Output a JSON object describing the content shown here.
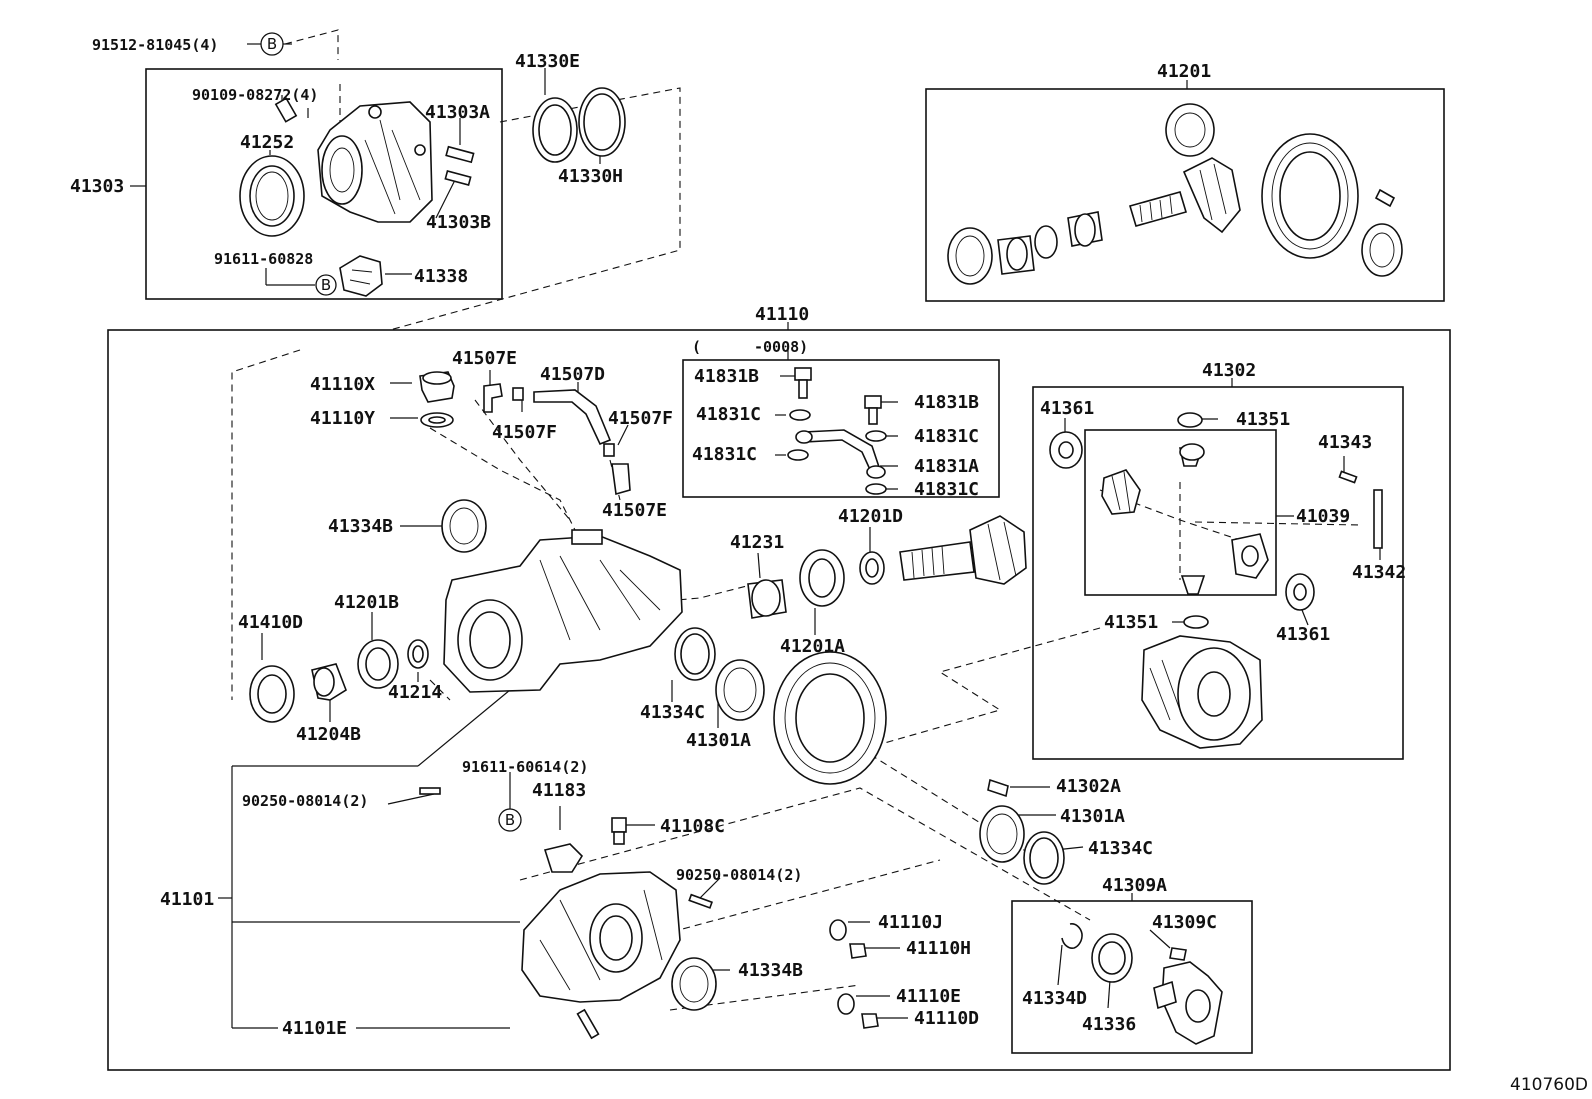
{
  "figure_code": "410760D",
  "range_note_open": "(",
  "range_note_close": "-0008)",
  "ref_b": "B",
  "labels": {
    "l_91512_81045": "91512-81045(4)",
    "l_90109_08272": "90109-08272(4)",
    "l_41330E": "41330E",
    "l_41303A": "41303A",
    "l_41252": "41252",
    "l_41303": "41303",
    "l_41330H": "41330H",
    "l_41303B": "41303B",
    "l_91611_60828": "91611-60828",
    "l_41338": "41338",
    "l_41201": "41201",
    "l_41110": "41110",
    "l_41507E_top": "41507E",
    "l_41507D": "41507D",
    "l_41110X": "41110X",
    "l_41110Y": "41110Y",
    "l_41507F_right": "41507F",
    "l_41507F_left": "41507F",
    "l_41507E_bottom": "41507E",
    "l_41831B_left": "41831B",
    "l_41831B_right": "41831B",
    "l_41831C_1": "41831C",
    "l_41831C_2": "41831C",
    "l_41831C_3": "41831C",
    "l_41831A": "41831A",
    "l_41831C_4": "41831C",
    "l_41302": "41302",
    "l_41361_top": "41361",
    "l_41351_top": "41351",
    "l_41343": "41343",
    "l_41039": "41039",
    "l_41342": "41342",
    "l_41351_bottom": "41351",
    "l_41361_bottom": "41361",
    "l_41334B_top": "41334B",
    "l_41231": "41231",
    "l_41201D": "41201D",
    "l_41410D": "41410D",
    "l_41201B": "41201B",
    "l_41201A": "41201A",
    "l_41214": "41214",
    "l_41204B": "41204B",
    "l_41334C_left": "41334C",
    "l_41301A_left": "41301A",
    "l_91611_60614": "91611-60614(2)",
    "l_90250_08014_left": "90250-08014(2)",
    "l_41183": "41183",
    "l_41108C": "41108C",
    "l_41302A": "41302A",
    "l_41301A_right": "41301A",
    "l_41334C_right": "41334C",
    "l_90250_08014_mid": "90250-08014(2)",
    "l_41309A": "41309A",
    "l_41101": "41101",
    "l_41110J": "41110J",
    "l_41110H": "41110H",
    "l_41309C": "41309C",
    "l_41334B_bottom": "41334B",
    "l_41110E": "41110E",
    "l_41110D": "41110D",
    "l_41334D": "41334D",
    "l_41336": "41336",
    "l_41101E": "41101E"
  }
}
